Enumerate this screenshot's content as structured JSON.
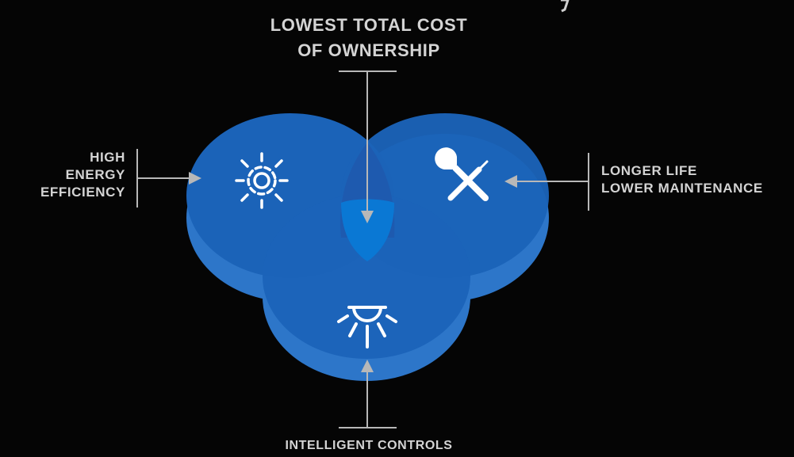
{
  "title_partial": "",
  "labels": {
    "top": [
      "LOWEST TOTAL COST",
      "OF OWNERSHIP"
    ],
    "left": [
      "HIGH",
      "ENERGY",
      "EFFICIENCY"
    ],
    "right": [
      "LONGER LIFE",
      "LOWER MAINTENANCE"
    ],
    "bottom": [
      "INTELLIGENT CONTROLS"
    ]
  },
  "circles": [
    {
      "id": "energy",
      "icon": "gear-sun-icon"
    },
    {
      "id": "maintenance",
      "icon": "wrench-screwdriver-icon"
    },
    {
      "id": "controls",
      "icon": "light-fixture-icon"
    }
  ],
  "colors": {
    "background": "#050505",
    "circle_top": "#1b63b8",
    "circle_side": "#2d76c9",
    "center": "#0a78d4",
    "text": "#d4d4d4",
    "line": "#b8b8b8"
  }
}
